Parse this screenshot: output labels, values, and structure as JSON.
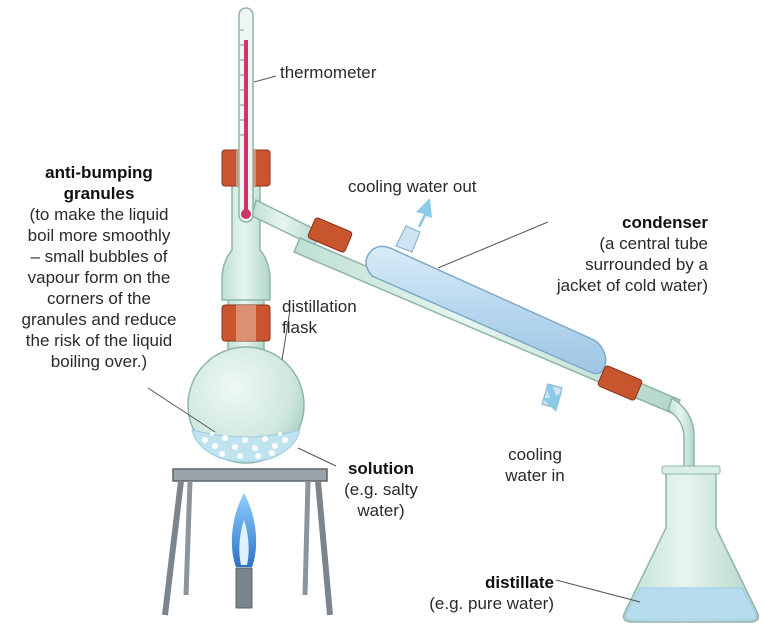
{
  "labels": {
    "thermometer": "thermometer",
    "cooling_out": "cooling water out",
    "condenser_title": "condenser",
    "condenser_l1": "(a central tube",
    "condenser_l2": "surrounded by a",
    "condenser_l3": "jacket of cold water)",
    "granules_title_l1": "anti-bumping",
    "granules_title_l2": "granules",
    "granules_l1": "(to make the liquid",
    "granules_l2": "boil more smoothly",
    "granules_l3": "– small bubbles of",
    "granules_l4": "vapour form on the",
    "granules_l5": "corners of the",
    "granules_l6": "granules and reduce",
    "granules_l7": "the risk of the liquid",
    "granules_l8": "boiling over.)",
    "flask_l1": "distillation",
    "flask_l2": "flask",
    "solution_title": "solution",
    "solution_l1": "(e.g. salty",
    "solution_l2": "water)",
    "cooling_in_l1": "cooling",
    "cooling_in_l2": "water in",
    "distillate_title": "distillate",
    "distillate_l1": "(e.g. pure water)"
  },
  "colors": {
    "glass": "#d5ece4",
    "glass_edge": "#8fb5a8",
    "jacket": "#bcd9ef",
    "water": "#b7dcef",
    "stopper": "#c9552f",
    "arrow": "#8ccbe8",
    "flame": "#3f8ed6",
    "stand": "#7d858c"
  }
}
